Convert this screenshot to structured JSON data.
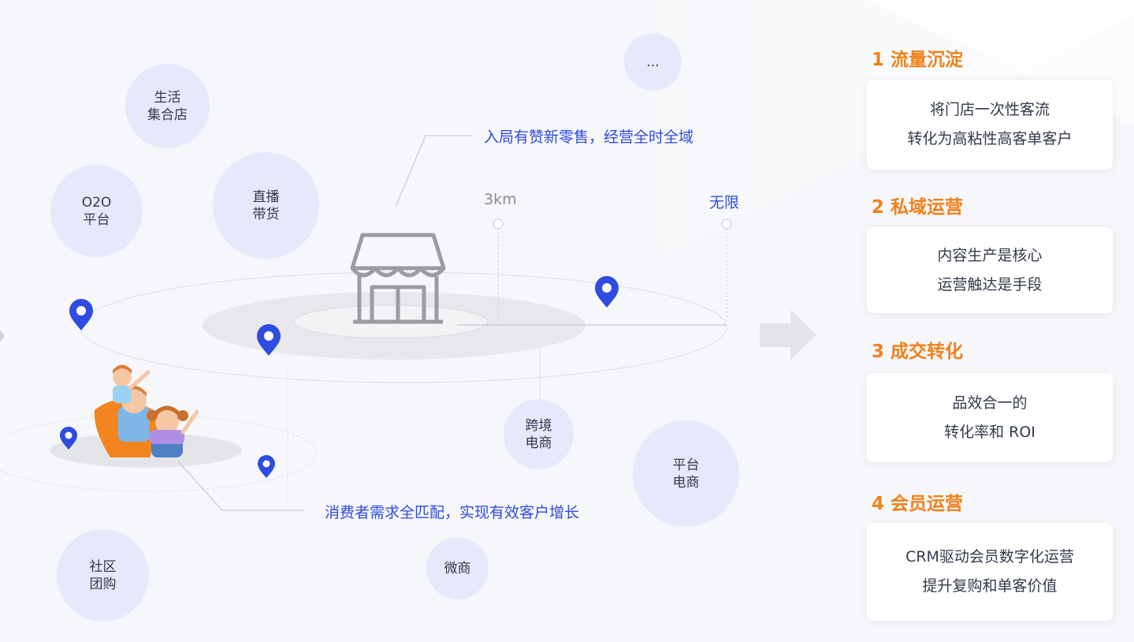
{
  "diagram": {
    "center_callout": "入局有赞新零售，经营全时全域",
    "bottom_callout": "消费者需求全匹配，实现有效客户增长",
    "radius_labels": {
      "near": "3km",
      "far": "无限"
    },
    "channels": [
      {
        "id": "lifestyle-store",
        "label": "生活\n集合店"
      },
      {
        "id": "o2o",
        "label": "O2O\n平台"
      },
      {
        "id": "live-selling",
        "label": "直播\n带货"
      },
      {
        "id": "more",
        "label": "..."
      },
      {
        "id": "cross-border",
        "label": "跨境\n电商"
      },
      {
        "id": "platform-ecommerce",
        "label": "平台\n电商"
      },
      {
        "id": "community-group",
        "label": "社区\n团购"
      },
      {
        "id": "wechat-business",
        "label": "微商"
      }
    ],
    "icons": {
      "store": "storefront-icon",
      "pin": "location-pin-icon",
      "family": "family-illustration",
      "arrow": "right-arrow-icon"
    },
    "colors": {
      "accent_blue": "#2f4be0",
      "pin_blue": "#2f4be0",
      "orange": "#f0811a",
      "bubble": "#e6e9fb"
    }
  },
  "steps": [
    {
      "title": "1 流量沉淀",
      "lines": [
        "将门店一次性客流",
        "转化为高粘性高客单客户"
      ]
    },
    {
      "title": "2 私域运营",
      "lines": [
        "内容生产是核心",
        "运营触达是手段"
      ]
    },
    {
      "title": "3 成交转化",
      "lines": [
        "品效合一的",
        "转化率和 ROI"
      ]
    },
    {
      "title": "4 会员运营",
      "lines": [
        "CRM驱动会员数字化运营",
        "提升复购和单客价值"
      ]
    }
  ]
}
